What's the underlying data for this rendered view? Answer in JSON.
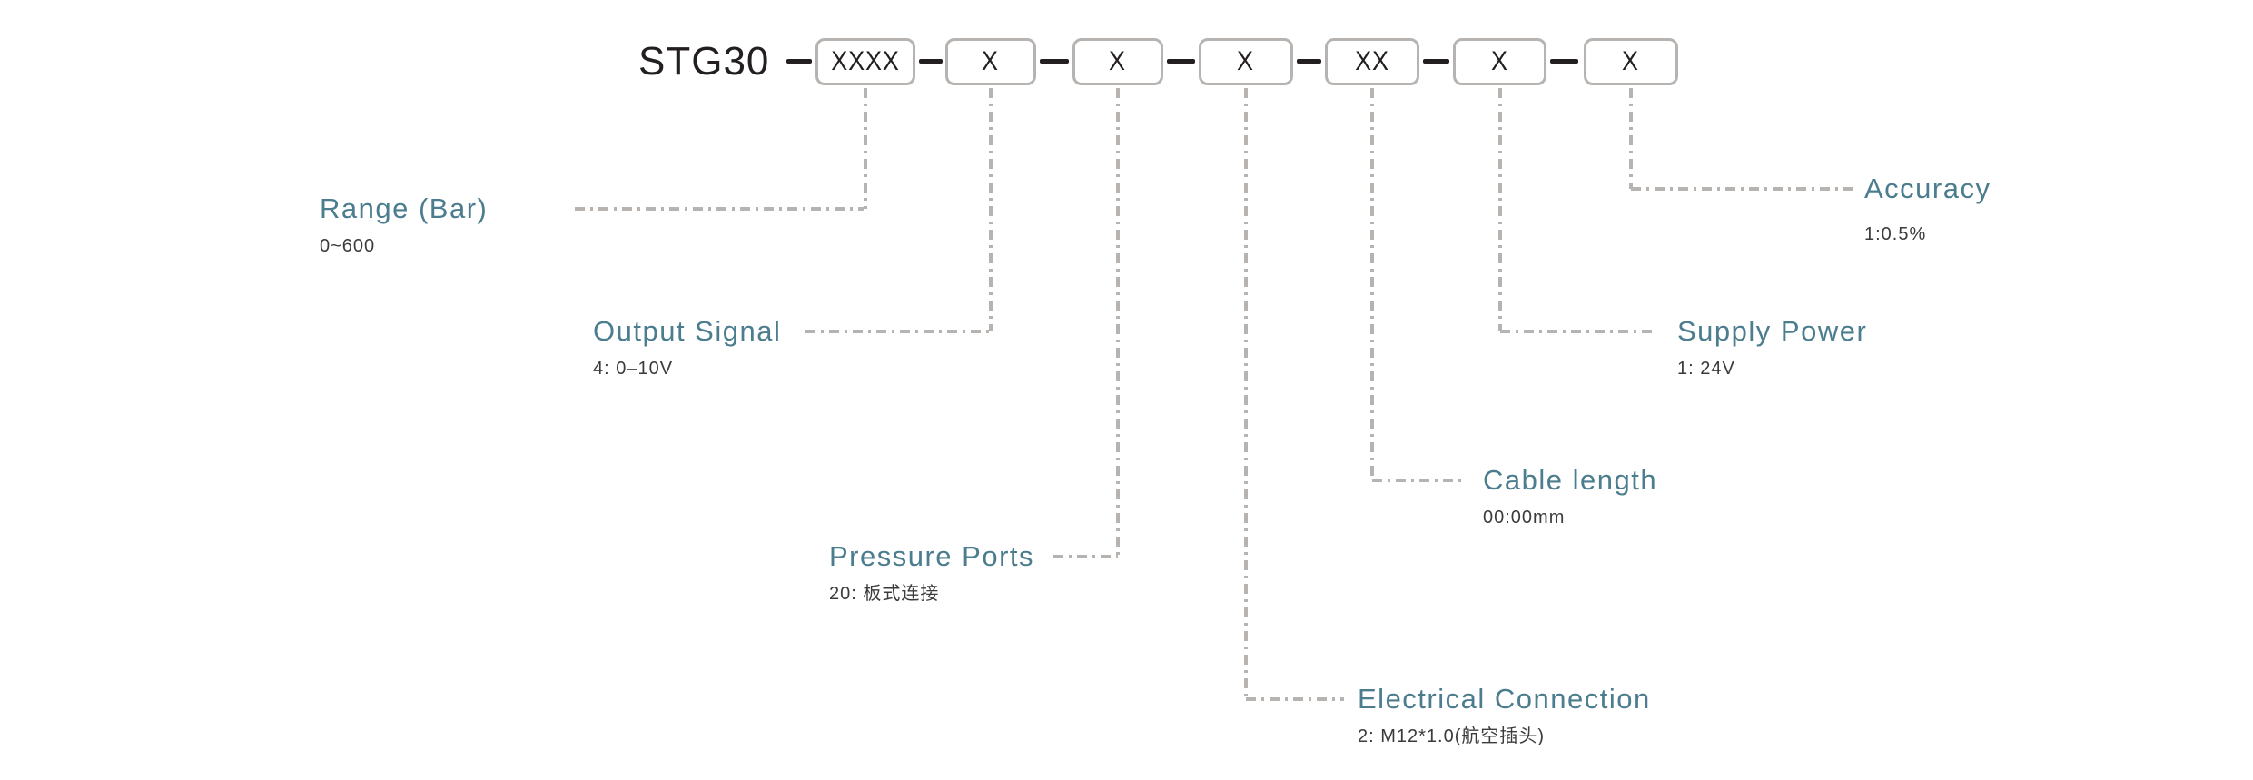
{
  "diagram": {
    "model": {
      "prefix": "STG30",
      "segments": [
        "XXXX",
        "X",
        "X",
        "X",
        "XX",
        "X",
        "X"
      ]
    },
    "fields": [
      {
        "key": "range",
        "title": "Range (Bar)",
        "value": "0~600"
      },
      {
        "key": "output-signal",
        "title": "Output Signal",
        "value": "4: 0–10V"
      },
      {
        "key": "pressure-ports",
        "title": "Pressure Ports",
        "value": "20: 板式连接"
      },
      {
        "key": "electrical-connection",
        "title": "Electrical Connection",
        "value": "2: M12*1.0(航空插头)"
      },
      {
        "key": "cable-length",
        "title": "Cable length",
        "value": "00:00mm"
      },
      {
        "key": "supply-power",
        "title": "Supply Power",
        "value": "1: 24V"
      },
      {
        "key": "accuracy",
        "title": "Accuracy",
        "value": "1:0.5%"
      }
    ],
    "colors": {
      "accent": "#4b7d8e",
      "ink": "#231f20",
      "value-ink": "#3b3b3b",
      "line": "#b7b3b0",
      "bg": "#ffffff"
    }
  }
}
